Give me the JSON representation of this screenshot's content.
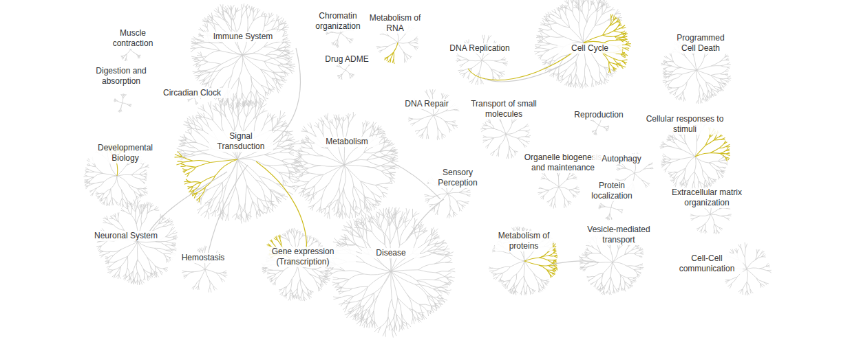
{
  "diagram": {
    "labels": [
      "Muscle contraction",
      "Digestion and absorption",
      "Circadian Clock",
      "Immune System",
      "Chromatin organization",
      "Metabolism of RNA",
      "Drug ADME",
      "DNA Replication",
      "Cell Cycle",
      "Programmed Cell Death",
      "DNA Repair",
      "Transport of small molecules",
      "Reproduction",
      "Cellular responses to stimuli",
      "Signal Transduction",
      "Metabolism",
      "Developmental Biology",
      "Organelle biogenesis and maintenance",
      "Autophagy",
      "Sensory Perception",
      "Protein localization",
      "Extracellular matrix organization",
      "Neuronal System",
      "Metabolism of proteins",
      "Vesicle-mediated transport",
      "Hemostasis",
      "Gene expression (Transcription)",
      "Disease",
      "Cell-Cell communication"
    ]
  }
}
